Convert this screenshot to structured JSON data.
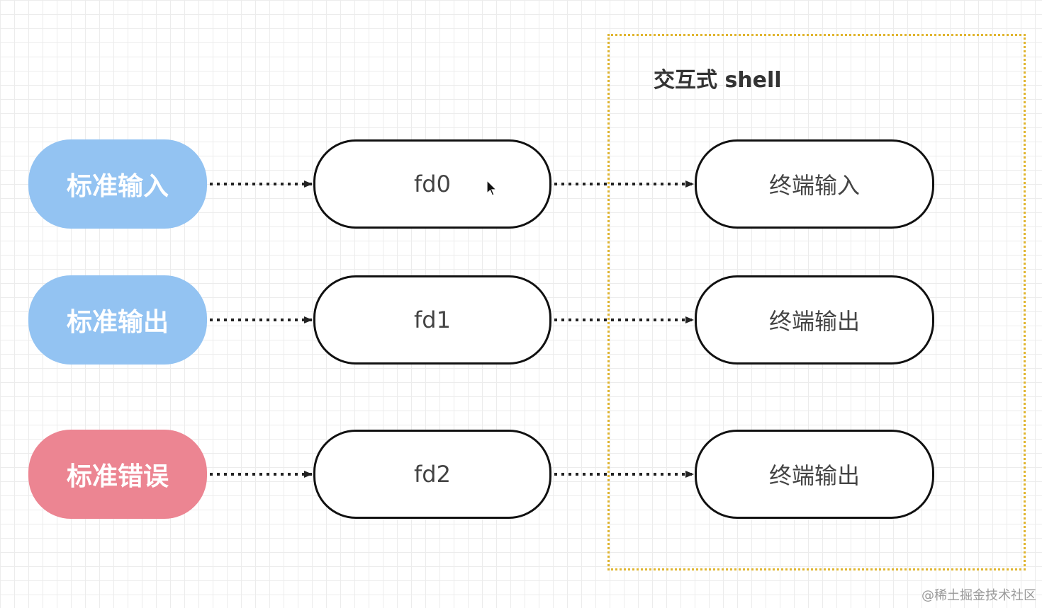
{
  "group": {
    "title": "交互式 shell"
  },
  "sources": [
    {
      "label": "标准输入",
      "color": "#93c3f2"
    },
    {
      "label": "标准输出",
      "color": "#93c3f2"
    },
    {
      "label": "标准错误",
      "color": "#ec8592"
    }
  ],
  "descriptors": [
    {
      "label": "fd0"
    },
    {
      "label": "fd1"
    },
    {
      "label": "fd2"
    }
  ],
  "terminals": [
    {
      "label": "终端输入"
    },
    {
      "label": "终端输出"
    },
    {
      "label": "终端输出"
    }
  ],
  "colors": {
    "group_border": "#e0b530",
    "node_border": "#111111",
    "arrow": "#222222"
  },
  "watermark": "@稀土掘金技术社区"
}
